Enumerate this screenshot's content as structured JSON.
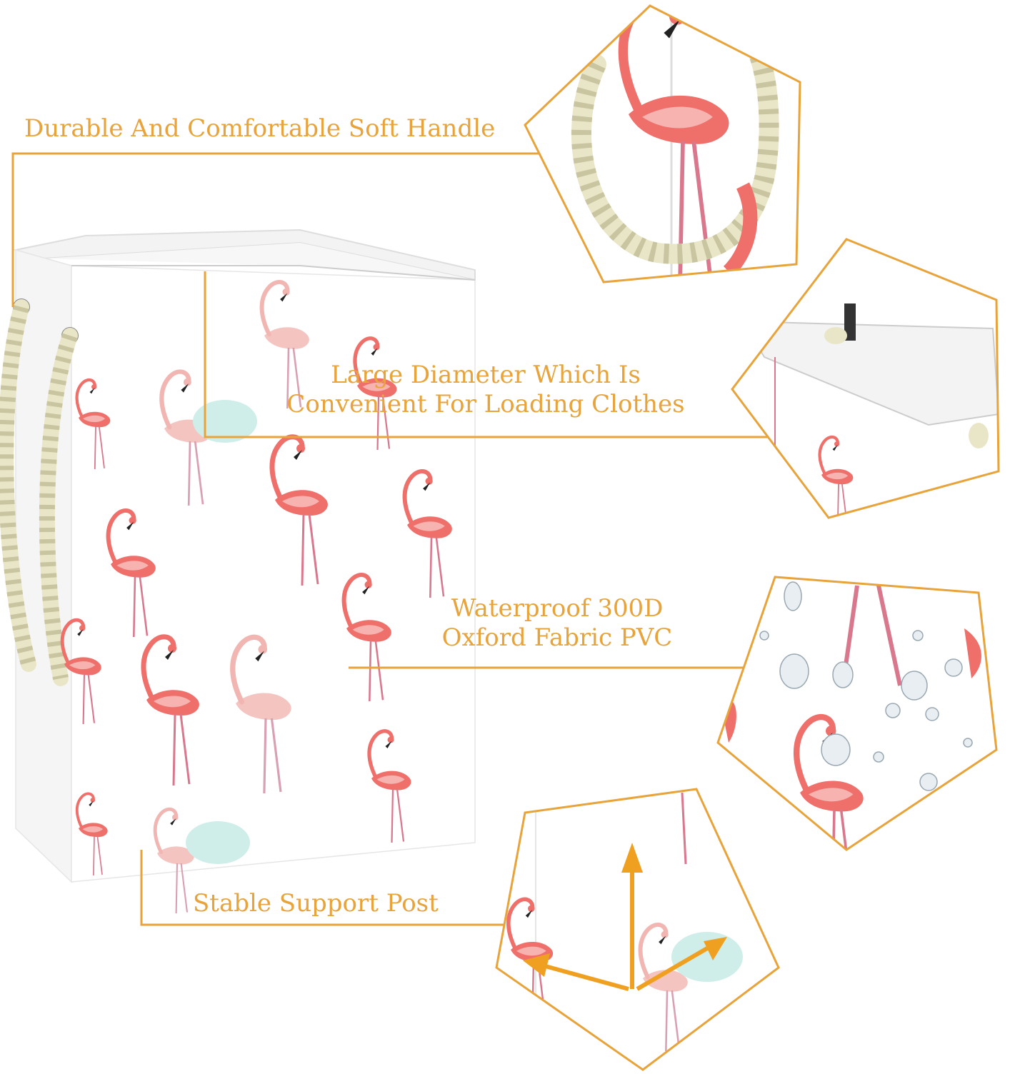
{
  "colors": {
    "accent": "#e8a33a",
    "flamingo": "#ef6f6a",
    "flamingo_light": "#f6b3b0",
    "rope": "#e9e6c8",
    "mint": "#cfeee9"
  },
  "callouts": {
    "handle": "Durable And Comfortable Soft Handle",
    "diameter_line1": "Large Diameter Which Is",
    "diameter_line2": "Convenient For Loading Clothes",
    "fabric_line1": "Waterproof 300D",
    "fabric_line2": "Oxford Fabric PVC",
    "support": "Stable Support Post"
  }
}
